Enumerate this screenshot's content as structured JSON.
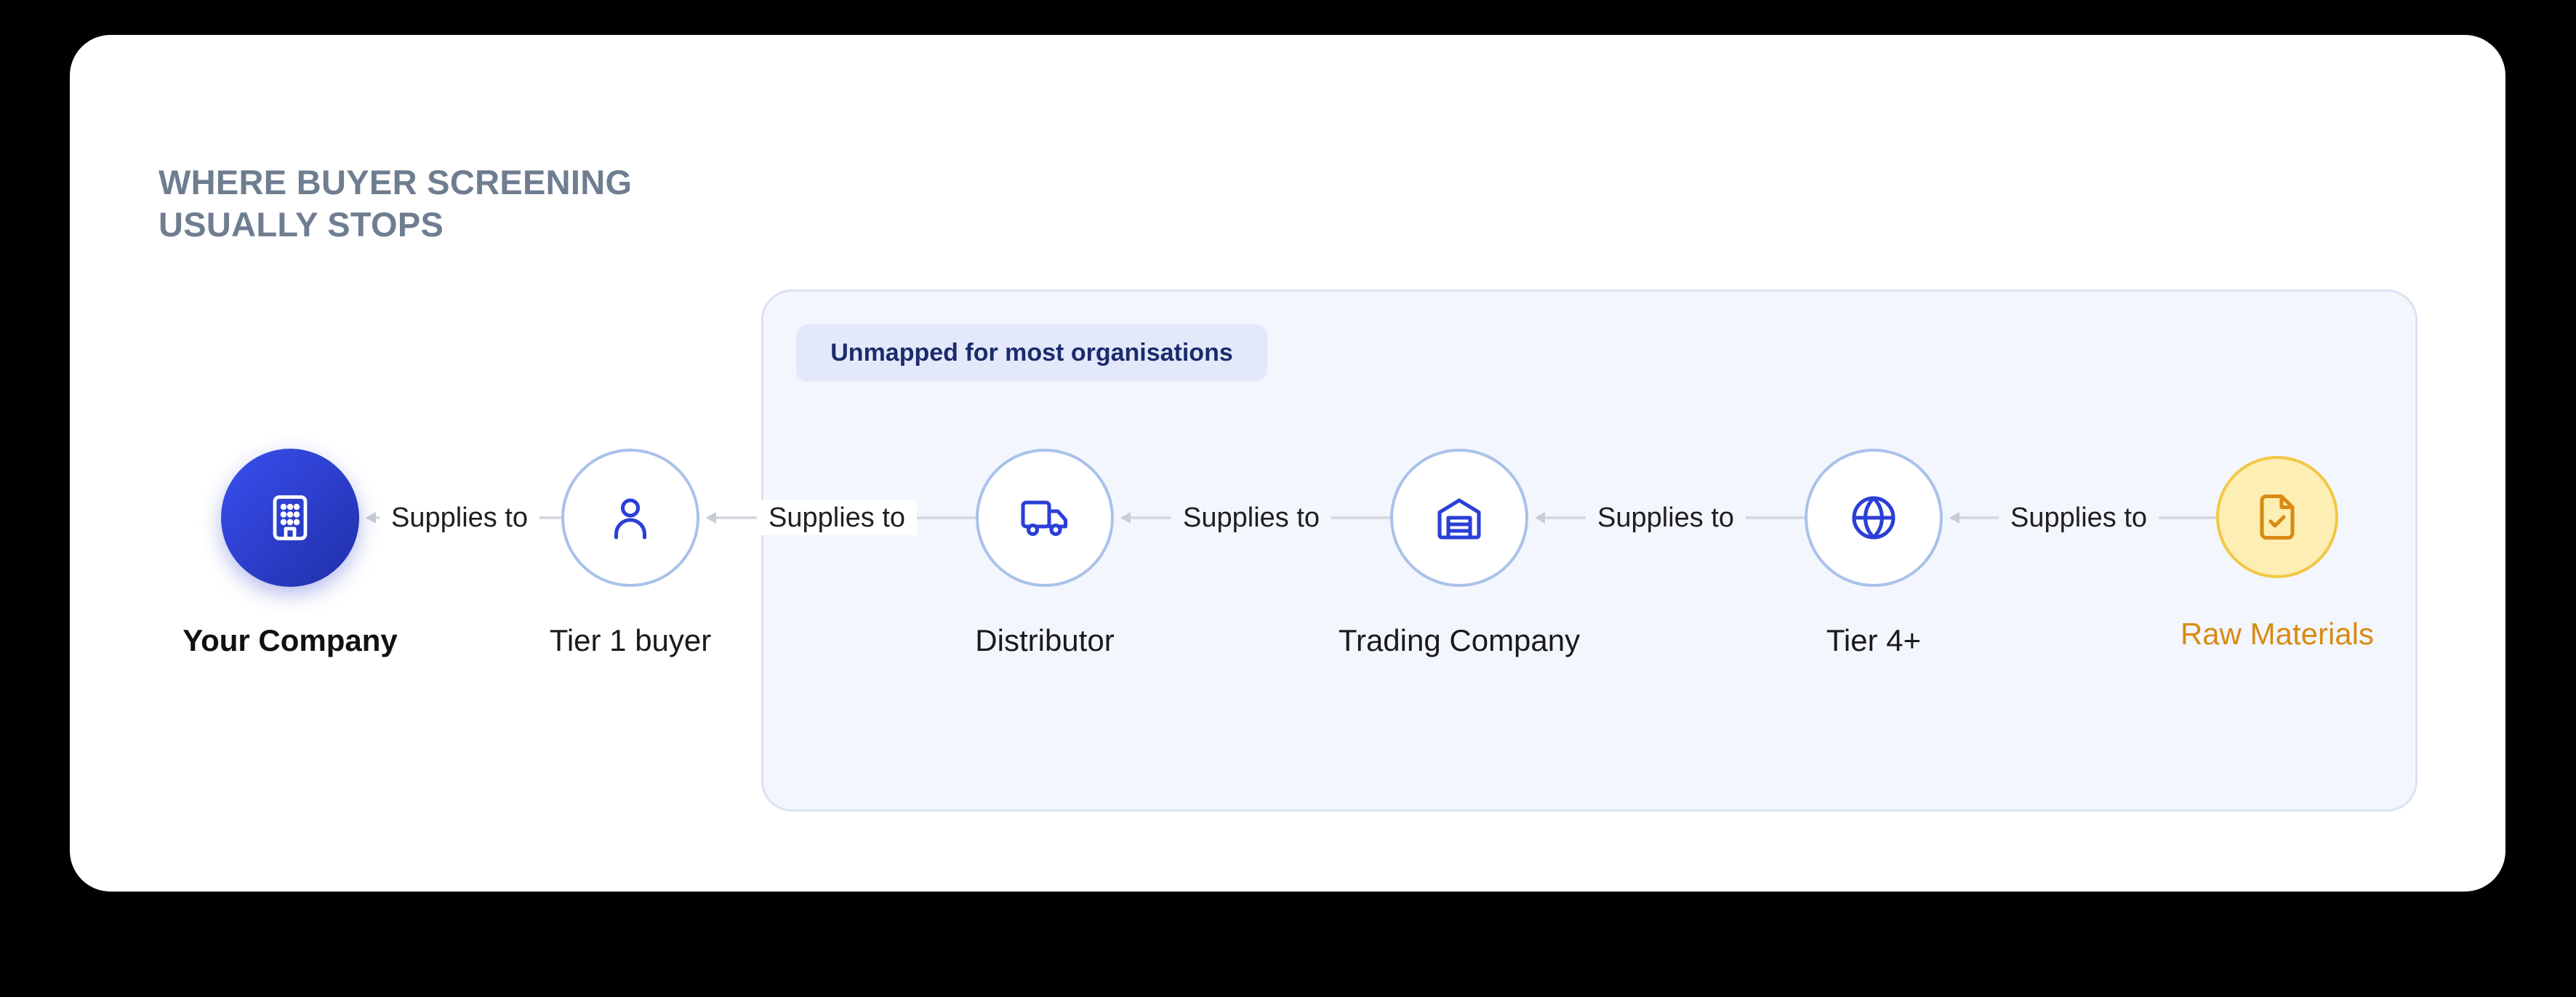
{
  "heading": {
    "line1": "WHERE BUYER SCREENING",
    "line2": "USUALLY STOPS"
  },
  "region": {
    "badge": "Unmapped for most organisations"
  },
  "nodes": [
    {
      "label": "Your Company",
      "icon": "building-icon"
    },
    {
      "label": "Tier 1 buyer",
      "icon": "person-icon"
    },
    {
      "label": "Distributor",
      "icon": "truck-icon"
    },
    {
      "label": "Trading Company",
      "icon": "warehouse-icon"
    },
    {
      "label": "Tier 4+",
      "icon": "globe-icon"
    },
    {
      "label": "Raw Materials",
      "icon": "document-check-icon"
    }
  ],
  "links": [
    {
      "label": "Supplies to"
    },
    {
      "label": "Supplies to"
    },
    {
      "label": "Supplies to"
    },
    {
      "label": "Supplies to"
    },
    {
      "label": "Supplies to"
    }
  ],
  "colors": {
    "primary": "#2a3fd6",
    "accent_warm": "#d98a12",
    "region_bg": "#f3f6fd",
    "heading": "#6f7d90"
  }
}
